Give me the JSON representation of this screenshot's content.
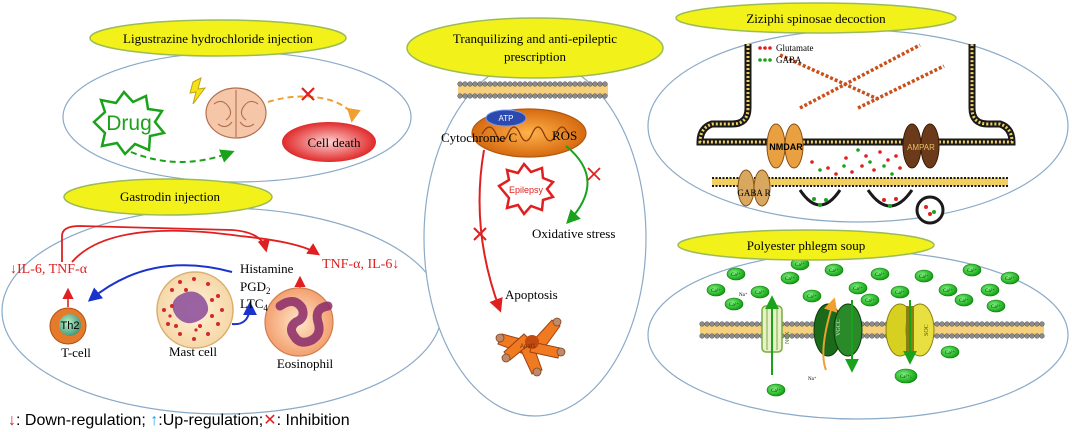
{
  "panels": {
    "ligustrazine": {
      "title": "Ligustrazine hydrochloride injection",
      "drug_label": "Drug",
      "cell_death_label": "Cell death"
    },
    "gastrodin": {
      "title": "Gastrodin injection",
      "left_effect": "↓IL-6, TNF-α",
      "right_effect": "TNF-α, IL-6↓",
      "mediators": [
        "Histamine",
        "PGD",
        "LTC"
      ],
      "mediator_subscripts": [
        "2",
        "4"
      ],
      "th2_label": "Th2",
      "tcell_label": "T-cell",
      "mast_label": "Mast cell",
      "eosinophil_label": "Eosinophil"
    },
    "tranquilizing": {
      "title_line1": "Tranquilizing  and anti-epileptic",
      "title_line2": "prescription",
      "atp_label": "ATP",
      "cytochrome_label": "Cytochrome C",
      "ros_label": "ROS",
      "epilepsy_label": "Epilepsy",
      "oxidative_label": "Oxidative stress",
      "apoptosis_label": "Apoptosis",
      "apaf_label": "Apaf1"
    },
    "ziziphi": {
      "title": "Ziziphi spinosae decoction",
      "legend_glutamate": "Glutamate",
      "legend_gaba": "GABA",
      "nmdar_label": "NMDAR",
      "ampar_label": "AMPAR",
      "gabar_label": "GABA R"
    },
    "phlegm": {
      "title": "Polyester phlegm soup",
      "ca_label": "Ca²⁺",
      "na_label": "Na⁺",
      "channel1_label": "NCX",
      "channel2_label": "VGCC",
      "channel3_label": "SOC",
      "ca_ion_inside": "Ca²⁺↓"
    }
  },
  "legend": {
    "down": "↓",
    "down_text": ": Down-regulation; ",
    "up": "↑",
    "up_text": ":Up-regulation;",
    "inhib": "✕",
    "inhib_text": ": Inhibition"
  },
  "colors": {
    "title_fill": "#f2f21a",
    "title_stroke": "#9bbb59",
    "panel_stroke": "#8aaac8",
    "red": "#e02020",
    "blue": "#1a33cc",
    "green": "#1aa31a"
  }
}
